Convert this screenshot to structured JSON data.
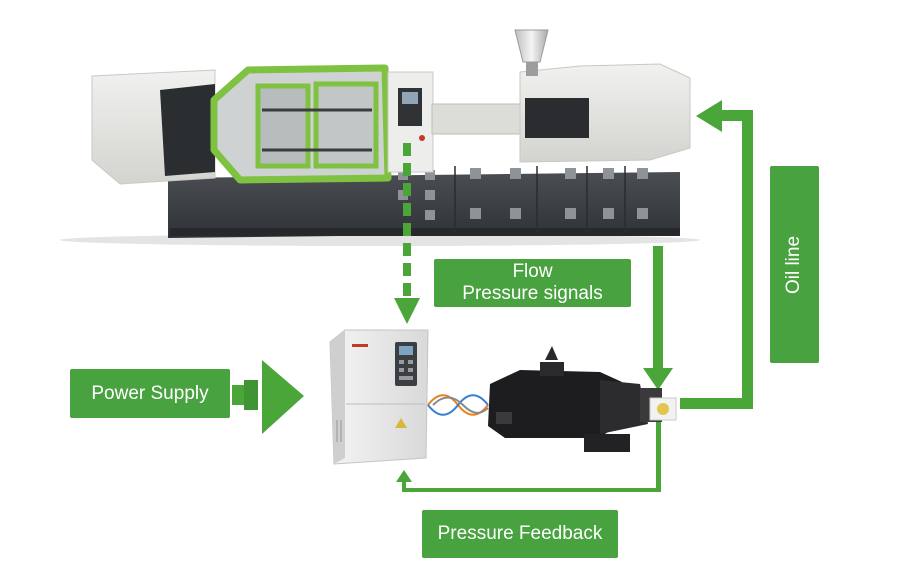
{
  "colors": {
    "accent_green": "#48a23f",
    "arrow_green": "#4ba63a",
    "machine_frame_green": "#7fc241",
    "machine_body": "#e7e7e4",
    "machine_base": "#3e4247",
    "motor_black": "#1d1d1f",
    "inverter_body": "#ececec"
  },
  "labels": {
    "flow_line1": "Flow",
    "flow_line2": "Pressure signals",
    "power_supply": "Power Supply",
    "pressure_feedback": "Pressure Feedback",
    "oil_line": "Oil line"
  },
  "icons": {
    "machine": "injection-molding-machine",
    "inverter": "servo-drive-cabinet",
    "motor": "servo-motor-pump",
    "cable": "power-cable-waveform"
  }
}
